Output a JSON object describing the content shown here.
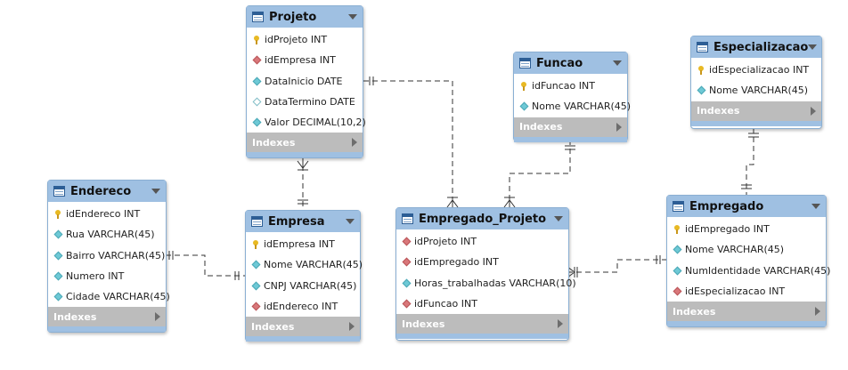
{
  "tables": [
    {
      "id": "projeto",
      "title": "Projeto",
      "indexes": "Indexes",
      "fields": [
        {
          "icon": "pk-key",
          "text": "idProjeto INT"
        },
        {
          "icon": "fk-diamond",
          "text": "idEmpresa INT"
        },
        {
          "icon": "column-diamond",
          "text": "DataInicio DATE"
        },
        {
          "icon": "nullable-diamond",
          "text": "DataTermino DATE"
        },
        {
          "icon": "column-diamond",
          "text": "Valor DECIMAL(10,2)"
        }
      ]
    },
    {
      "id": "endereco",
      "title": "Endereco",
      "indexes": "Indexes",
      "fields": [
        {
          "icon": "pk-key",
          "text": "idEndereco INT"
        },
        {
          "icon": "column-diamond",
          "text": "Rua VARCHAR(45)"
        },
        {
          "icon": "column-diamond",
          "text": "Bairro VARCHAR(45)"
        },
        {
          "icon": "column-diamond",
          "text": "Numero INT"
        },
        {
          "icon": "column-diamond",
          "text": "Cidade VARCHAR(45)"
        }
      ]
    },
    {
      "id": "empresa",
      "title": "Empresa",
      "indexes": "Indexes",
      "fields": [
        {
          "icon": "pk-key",
          "text": "idEmpresa INT"
        },
        {
          "icon": "column-diamond",
          "text": "Nome VARCHAR(45)"
        },
        {
          "icon": "column-diamond",
          "text": "CNPJ VARCHAR(45)"
        },
        {
          "icon": "fk-diamond",
          "text": "idEndereco INT"
        }
      ]
    },
    {
      "id": "funcao",
      "title": "Funcao",
      "indexes": "Indexes",
      "fields": [
        {
          "icon": "pk-key",
          "text": "idFuncao INT"
        },
        {
          "icon": "column-diamond",
          "text": "Nome VARCHAR(45)"
        }
      ]
    },
    {
      "id": "empregado_projeto",
      "title": "Empregado_Projeto",
      "indexes": "Indexes",
      "fields": [
        {
          "icon": "fk-diamond",
          "text": "idProjeto INT"
        },
        {
          "icon": "fk-diamond",
          "text": "idEmpregado INT"
        },
        {
          "icon": "column-diamond",
          "text": "Horas_trabalhadas VARCHAR(10)"
        },
        {
          "icon": "fk-diamond",
          "text": "idFuncao INT"
        }
      ]
    },
    {
      "id": "especializacao",
      "title": "Especializacao",
      "indexes": "Indexes",
      "fields": [
        {
          "icon": "pk-key",
          "text": "idEspecializacao INT"
        },
        {
          "icon": "column-diamond",
          "text": "Nome VARCHAR(45)"
        }
      ]
    },
    {
      "id": "empregado",
      "title": "Empregado",
      "indexes": "Indexes",
      "fields": [
        {
          "icon": "pk-key",
          "text": "idEmpregado INT"
        },
        {
          "icon": "column-diamond",
          "text": "Nome VARCHAR(45)"
        },
        {
          "icon": "column-diamond",
          "text": "NumIdentidade VARCHAR(45)"
        },
        {
          "icon": "fk-diamond",
          "text": "idEspecializacao INT"
        }
      ]
    }
  ],
  "relationships": [
    {
      "from": "empresa",
      "to": "projeto",
      "type": "one-to-many"
    },
    {
      "from": "endereco",
      "to": "empresa",
      "type": "one-to-many"
    },
    {
      "from": "projeto",
      "to": "empregado_projeto",
      "type": "one-to-many"
    },
    {
      "from": "funcao",
      "to": "empregado_projeto",
      "type": "one-to-many"
    },
    {
      "from": "empregado",
      "to": "empregado_projeto",
      "type": "one-to-many"
    },
    {
      "from": "especializacao",
      "to": "empregado",
      "type": "one-to-many"
    }
  ],
  "colors": {
    "header": "#9fc0e2",
    "border": "#8aafd3",
    "indexes_bar": "#bcbcbc",
    "line": "#333333"
  }
}
